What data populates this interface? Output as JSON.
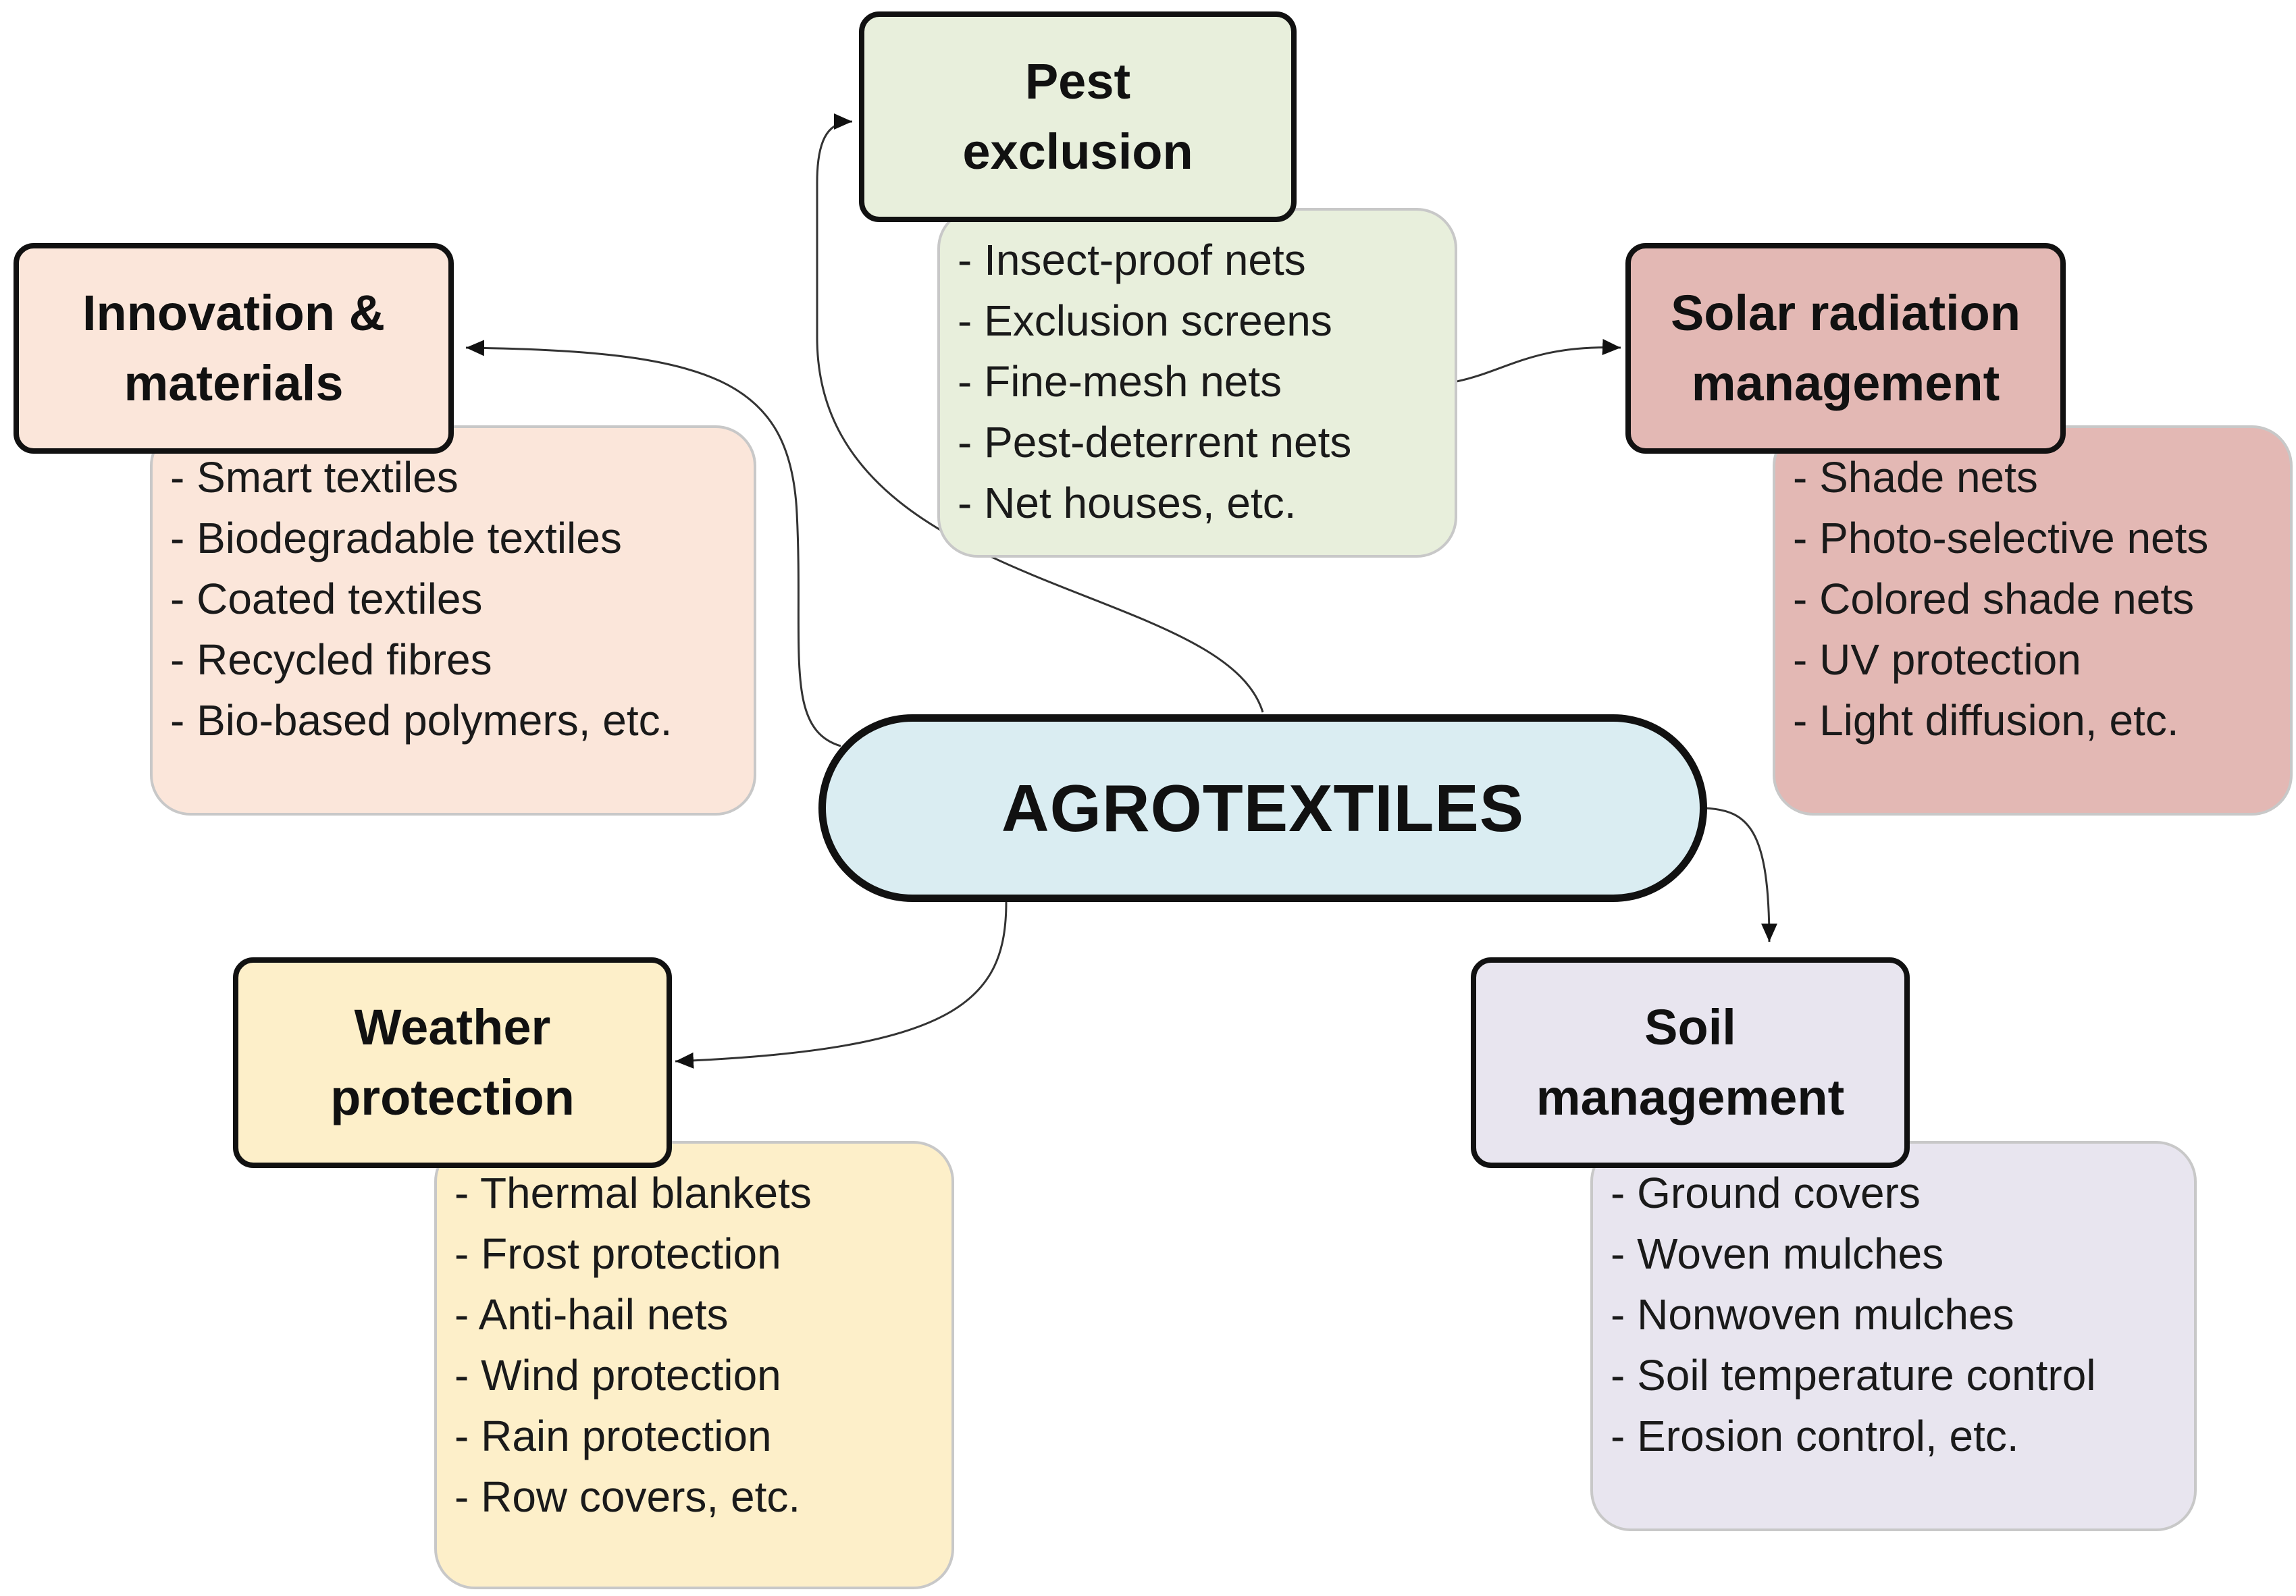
{
  "center": {
    "label": "AGROTEXTILES",
    "color": "#daedf2"
  },
  "categories": [
    {
      "id": "pest",
      "title_lines": [
        "Pest",
        "exclusion"
      ],
      "color": "#e8efdc",
      "items": [
        "- Insect-proof nets",
        "- Exclusion screens",
        "- Fine-mesh nets",
        "- Pest-deterrent nets",
        "- Net houses, etc."
      ]
    },
    {
      "id": "innovation",
      "title_lines": [
        "Innovation &",
        "materials"
      ],
      "color": "#fbe6da",
      "items": [
        "- Smart textiles",
        "- Biodegradable textiles",
        "- Coated textiles",
        "- Recycled fibres",
        "- Bio-based polymers, etc."
      ]
    },
    {
      "id": "solar",
      "title_lines": [
        "Solar radiation",
        "management"
      ],
      "color": "#e3b8b4",
      "items": [
        "- Shade nets",
        "- Photo-selective nets",
        "- Colored shade nets",
        "- UV protection",
        "- Light diffusion, etc."
      ]
    },
    {
      "id": "weather",
      "title_lines": [
        "Weather",
        "protection"
      ],
      "color": "#fdefc9",
      "items": [
        "- Thermal blankets",
        "- Frost protection",
        "- Anti-hail nets",
        "- Wind protection",
        "- Rain protection",
        "- Row covers, etc."
      ]
    },
    {
      "id": "soil",
      "title_lines": [
        "Soil",
        "management"
      ],
      "color": "#e8e5ef",
      "items": [
        "- Ground covers",
        "- Woven mulches",
        "- Nonwoven mulches",
        "- Soil temperature control",
        "- Erosion control, etc."
      ]
    }
  ]
}
